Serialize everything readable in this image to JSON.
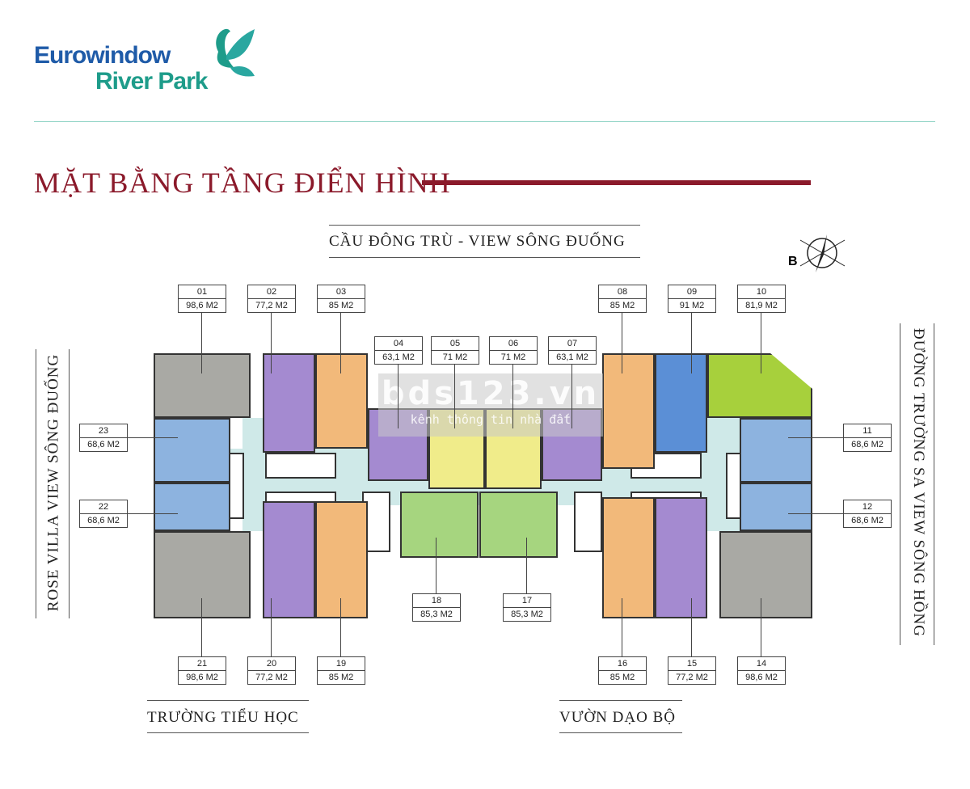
{
  "brand": {
    "line1": "Eurowindow",
    "line2": "River Park"
  },
  "title": "MẶT BẰNG TẦNG ĐIỂN HÌNH",
  "views": {
    "top": "CẦU ĐÔNG TRÙ - VIEW SÔNG ĐUỐNG",
    "left": "ROSE VILLA VIEW SÔNG ĐUỐNG",
    "right": "ĐƯỜNG TRƯỜNG SA VIEW SÔNG HỒNG",
    "bottom_left": "TRƯỜNG TIỂU HỌC",
    "bottom_right": "VƯỜN DẠO BỘ"
  },
  "compass": {
    "label": "B"
  },
  "watermark": {
    "main": "bds123.vn",
    "sub": "kênh thông tin nhà đất"
  },
  "colors": {
    "gray": "#a9a9a4",
    "blue": "#8db3df",
    "purple": "#a48ad0",
    "orange": "#f2b97a",
    "yellow": "#f0ec8a",
    "green": "#a6d57f",
    "lime": "#a7d03c",
    "bluedark": "#5b8fd6",
    "corridor": "#cfe9e8"
  },
  "units": [
    {
      "id": "01",
      "area": "98,6 M2",
      "color": "gray"
    },
    {
      "id": "02",
      "area": "77,2 M2",
      "color": "purple"
    },
    {
      "id": "03",
      "area": "85 M2",
      "color": "orange"
    },
    {
      "id": "04",
      "area": "63,1 M2",
      "color": "purple"
    },
    {
      "id": "05",
      "area": "71 M2",
      "color": "yellow"
    },
    {
      "id": "06",
      "area": "71 M2",
      "color": "yellow"
    },
    {
      "id": "07",
      "area": "63,1 M2",
      "color": "purple"
    },
    {
      "id": "08",
      "area": "85 M2",
      "color": "orange"
    },
    {
      "id": "09",
      "area": "91 M2",
      "color": "bluedark"
    },
    {
      "id": "10",
      "area": "81,9 M2",
      "color": "lime"
    },
    {
      "id": "11",
      "area": "68,6 M2",
      "color": "blue"
    },
    {
      "id": "12",
      "area": "68,6 M2",
      "color": "blue"
    },
    {
      "id": "14",
      "area": "98,6 M2",
      "color": "gray"
    },
    {
      "id": "15",
      "area": "77,2 M2",
      "color": "purple"
    },
    {
      "id": "16",
      "area": "85 M2",
      "color": "orange"
    },
    {
      "id": "17",
      "area": "85,3 M2",
      "color": "green"
    },
    {
      "id": "18",
      "area": "85,3 M2",
      "color": "green"
    },
    {
      "id": "19",
      "area": "85 M2",
      "color": "orange"
    },
    {
      "id": "20",
      "area": "77,2 M2",
      "color": "purple"
    },
    {
      "id": "21",
      "area": "98,6 M2",
      "color": "gray"
    },
    {
      "id": "22",
      "area": "68,6 M2",
      "color": "blue"
    },
    {
      "id": "23",
      "area": "68,6 M2",
      "color": "blue"
    }
  ]
}
